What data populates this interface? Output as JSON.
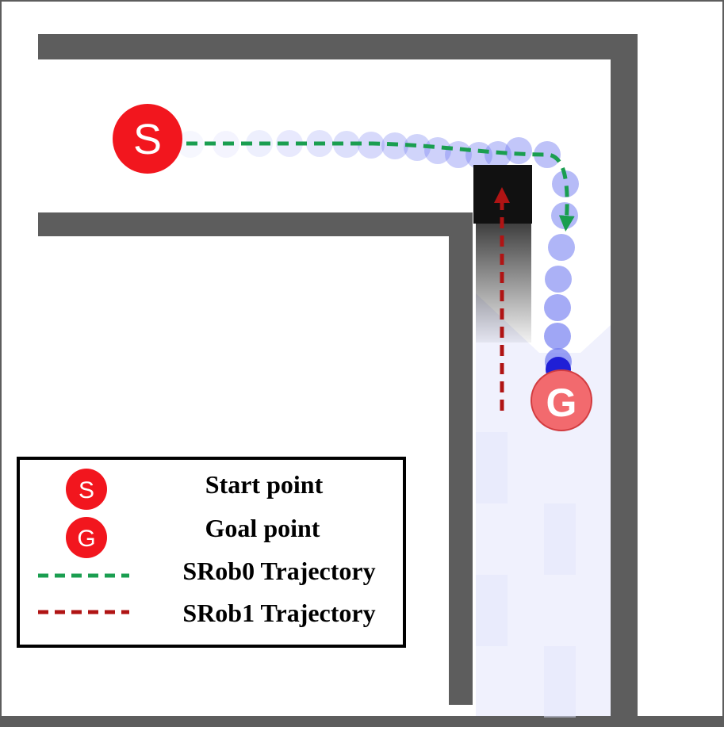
{
  "scene": {
    "start_marker": {
      "letter": "S",
      "color": "#f2161e"
    },
    "goal_marker": {
      "letter": "G",
      "color": "#f26a6e"
    },
    "wall_color": "#5d5d5d",
    "srob0_color": "#1a9e50",
    "srob1_color": "#b01414",
    "trail_color": "#6e78f0"
  },
  "legend": {
    "items": [
      {
        "label": "Start point",
        "symbol": "S"
      },
      {
        "label": "Goal point",
        "symbol": "G"
      },
      {
        "label": "SRob0 Trajectory"
      },
      {
        "label": "SRob1 Trajectory"
      }
    ]
  }
}
